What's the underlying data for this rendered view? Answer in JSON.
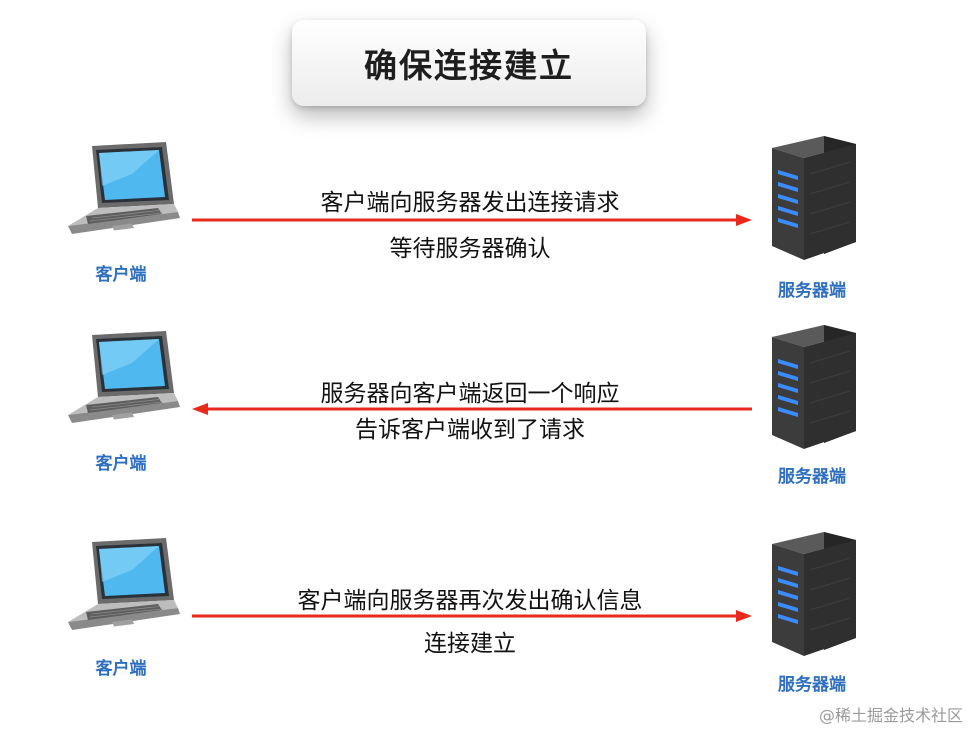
{
  "title": "确保连接建立",
  "steps": [
    {
      "client_label": "客户端",
      "server_label": "服务器端",
      "direction": "client-to-server",
      "line1": "客户端向服务器发出连接请求",
      "line2": "等待服务器确认"
    },
    {
      "client_label": "客户端",
      "server_label": "服务器端",
      "direction": "server-to-client",
      "line1": "服务器向客户端返回一个响应",
      "line2": "告诉客户端收到了请求"
    },
    {
      "client_label": "客户端",
      "server_label": "服务器端",
      "direction": "client-to-server",
      "line1": "客户端向服务器再次发出确认信息",
      "line2": "连接建立"
    }
  ],
  "watermark": "@稀土掘金技术社区",
  "colors": {
    "arrow": "#e8291c",
    "label": "#2f6fc0",
    "title_text": "#1e1e1e",
    "server_led": "#3a8dff"
  }
}
